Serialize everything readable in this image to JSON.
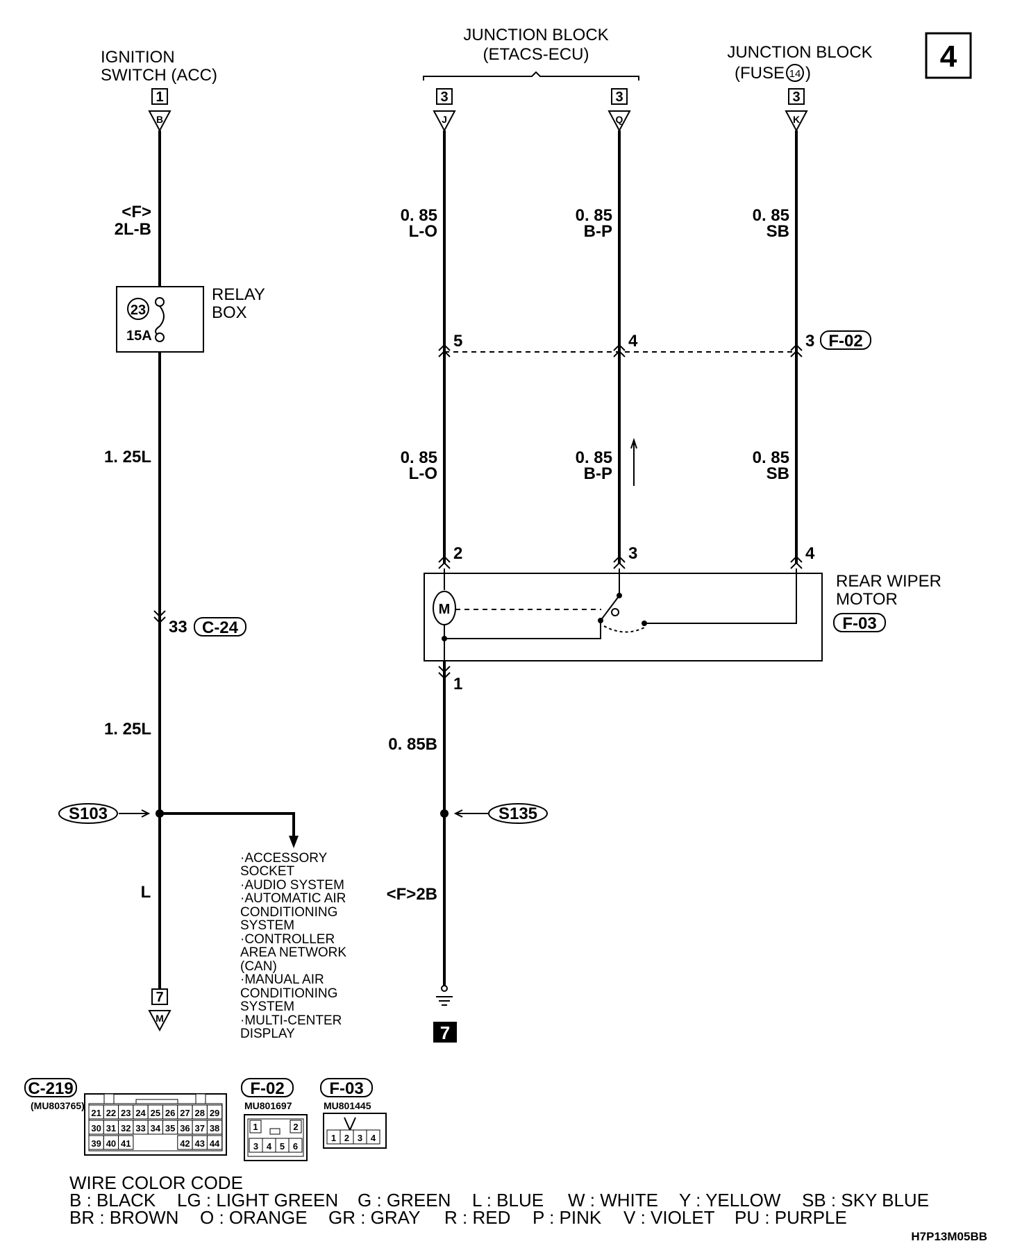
{
  "page_number": "4",
  "ignition": {
    "title_line1": "IGNITION",
    "title_line2": "SWITCH (ACC)",
    "connector": "1",
    "terminal": "B"
  },
  "etacs": {
    "title_line1": "JUNCTION BLOCK",
    "title_line2": "(ETACS-ECU)",
    "conn_left": "3",
    "term_left": "J",
    "conn_right": "3",
    "term_right": "Q"
  },
  "fuse_block": {
    "title_line1": "JUNCTION BLOCK",
    "title_line2": "(FUSE",
    "fuse_no": "14",
    "title_close": ")",
    "connector": "3",
    "terminal": "K"
  },
  "left_wire": {
    "spec_top_1": "<F>",
    "spec_top_2": "2L-B",
    "relay_title_1": "RELAY",
    "relay_title_2": "BOX",
    "fuse_no": "23",
    "fuse_rating": "15A",
    "spec_mid": "1. 25L",
    "pin_c24": "33",
    "conn_c24": "C-24",
    "spec_low": "1. 25L",
    "splice": "S103",
    "spec_bottom": "L",
    "connector_out": "7",
    "terminal_out": "M"
  },
  "branch_list": [
    "·ACCESSORY",
    " SOCKET",
    "·AUDIO SYSTEM",
    "·AUTOMATIC AIR",
    " CONDITIONING",
    " SYSTEM",
    "·CONTROLLER",
    " AREA NETWORK",
    " (CAN)",
    "·MANUAL AIR",
    " CONDITIONING",
    " SYSTEM",
    "·MULTI-CENTER",
    " DISPLAY"
  ],
  "wire_j": {
    "gauge": "0. 85",
    "color": "L-O",
    "pin_f02": "5",
    "pin_f03": "2"
  },
  "wire_q": {
    "gauge": "0. 85",
    "color": "B-P",
    "pin_f02": "4",
    "pin_f03": "3"
  },
  "wire_k": {
    "gauge": "0. 85",
    "color": "SB",
    "pin_f02": "3",
    "pin_f03": "4"
  },
  "conn_f02": "F-02",
  "motor": {
    "title_1": "REAR WIPER",
    "title_2": "MOTOR",
    "connector": "F-03",
    "motor_symbol": "M",
    "ground_pin": "1"
  },
  "ground_wire": {
    "spec_1": "0. 85B",
    "splice": "S135",
    "spec_2": "<F>2B",
    "ground_no": "7"
  },
  "connectors_legend": {
    "c219": {
      "name": "C-219",
      "part": "(MU803765)",
      "rows": [
        [
          "21",
          "22",
          "23",
          "24",
          "25",
          "26",
          "27",
          "28",
          "29"
        ],
        [
          "30",
          "31",
          "32",
          "33",
          "34",
          "35",
          "36",
          "37",
          "38"
        ],
        [
          "39",
          "40",
          "41",
          "",
          "",
          "",
          "42",
          "43",
          "44"
        ]
      ]
    },
    "f02": {
      "name": "F-02",
      "part": "MU801697",
      "rows": [
        [
          "1",
          "",
          "2"
        ],
        [
          "3",
          "4",
          "5",
          "6"
        ]
      ]
    },
    "f03": {
      "name": "F-03",
      "part": "MU801445",
      "rows": [
        [
          "1",
          "2",
          "3",
          "4"
        ]
      ]
    }
  },
  "wire_color_code": {
    "title": "WIRE COLOR CODE",
    "row1": [
      "B : BLACK",
      "LG : LIGHT GREEN",
      "G : GREEN",
      "L : BLUE",
      "W : WHITE",
      "Y : YELLOW",
      "SB : SKY BLUE"
    ],
    "row2": [
      "BR : BROWN",
      "O : ORANGE",
      "GR : GRAY",
      "R : RED",
      "P : PINK",
      "V : VIOLET",
      "PU : PURPLE"
    ]
  },
  "diagram_code": "H7P13M05BB"
}
